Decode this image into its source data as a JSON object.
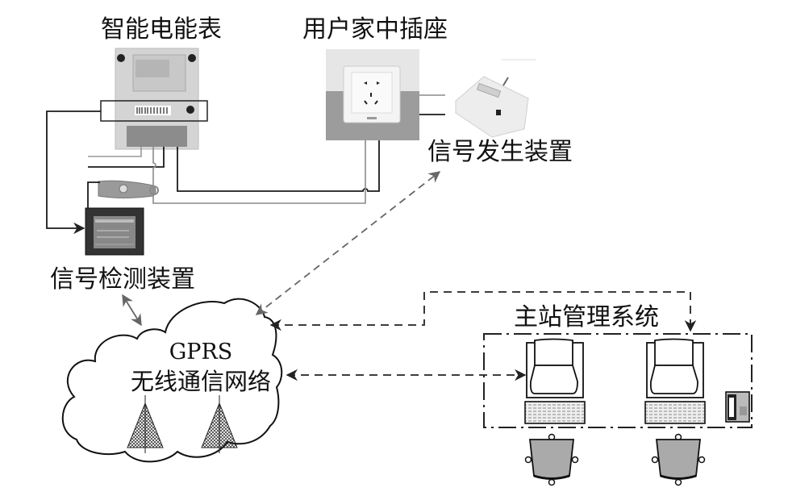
{
  "title": "用电信号检测系统示意图",
  "labels": {
    "smart_meter": "智能电能表",
    "home_socket": "用户家中插座",
    "signal_generator": "信号发生装置",
    "signal_detector": "信号检测装置",
    "network_line1": "GPRS",
    "network_line2": "无线通信网络",
    "master_station": "主站管理系统"
  },
  "components": [
    {
      "id": "smart-meter",
      "label_ref": "smart_meter",
      "kind": "device-photo"
    },
    {
      "id": "home-socket",
      "label_ref": "home_socket",
      "kind": "device-photo"
    },
    {
      "id": "signal-generator",
      "label_ref": "signal_generator",
      "kind": "device-photo"
    },
    {
      "id": "signal-detector",
      "label_ref": "signal_detector",
      "kind": "device-photo"
    },
    {
      "id": "current-clamp",
      "label_ref": null,
      "kind": "device-photo"
    },
    {
      "id": "gprs-network",
      "label_ref": "network_line1",
      "kind": "cloud"
    },
    {
      "id": "master-station",
      "label_ref": "master_station",
      "kind": "group"
    }
  ],
  "master_station_items": [
    {
      "id": "workstation-1",
      "kind": "computer"
    },
    {
      "id": "workstation-2",
      "kind": "computer"
    },
    {
      "id": "telephone",
      "kind": "phone"
    },
    {
      "id": "chair-1",
      "kind": "chair"
    },
    {
      "id": "chair-2",
      "kind": "chair"
    }
  ],
  "connections": [
    {
      "from": "smart-meter",
      "to": "signal-detector",
      "style": "solid-black",
      "arrow": "end"
    },
    {
      "from": "smart-meter",
      "to": "home-socket",
      "style": "solid-black",
      "arrow": "none"
    },
    {
      "from": "current-clamp",
      "to": "home-socket",
      "style": "solid-gray",
      "arrow": "none"
    },
    {
      "from": "current-clamp",
      "to": "signal-detector",
      "style": "solid-black",
      "arrow": "none"
    },
    {
      "from": "home-socket",
      "to": "signal-generator",
      "style": "solid",
      "arrow": "none"
    },
    {
      "from": "signal-generator",
      "to": "gprs-network",
      "style": "dashed-gray",
      "arrow": "both"
    },
    {
      "from": "signal-detector",
      "to": "gprs-network",
      "style": "solid-gray",
      "arrow": "both"
    },
    {
      "from": "workstation-2",
      "to": "gprs-network",
      "style": "dashed-black",
      "arrow": "both"
    },
    {
      "from": "gprs-network",
      "to": "workstation-1",
      "style": "dashed-black",
      "arrow": "both"
    }
  ],
  "colors": {
    "line_black": "#1a1a1a",
    "line_gray": "#8a8a8a",
    "arrow_gray": "#666666",
    "device_light": "#d6d6d6",
    "device_dark": "#333333"
  }
}
